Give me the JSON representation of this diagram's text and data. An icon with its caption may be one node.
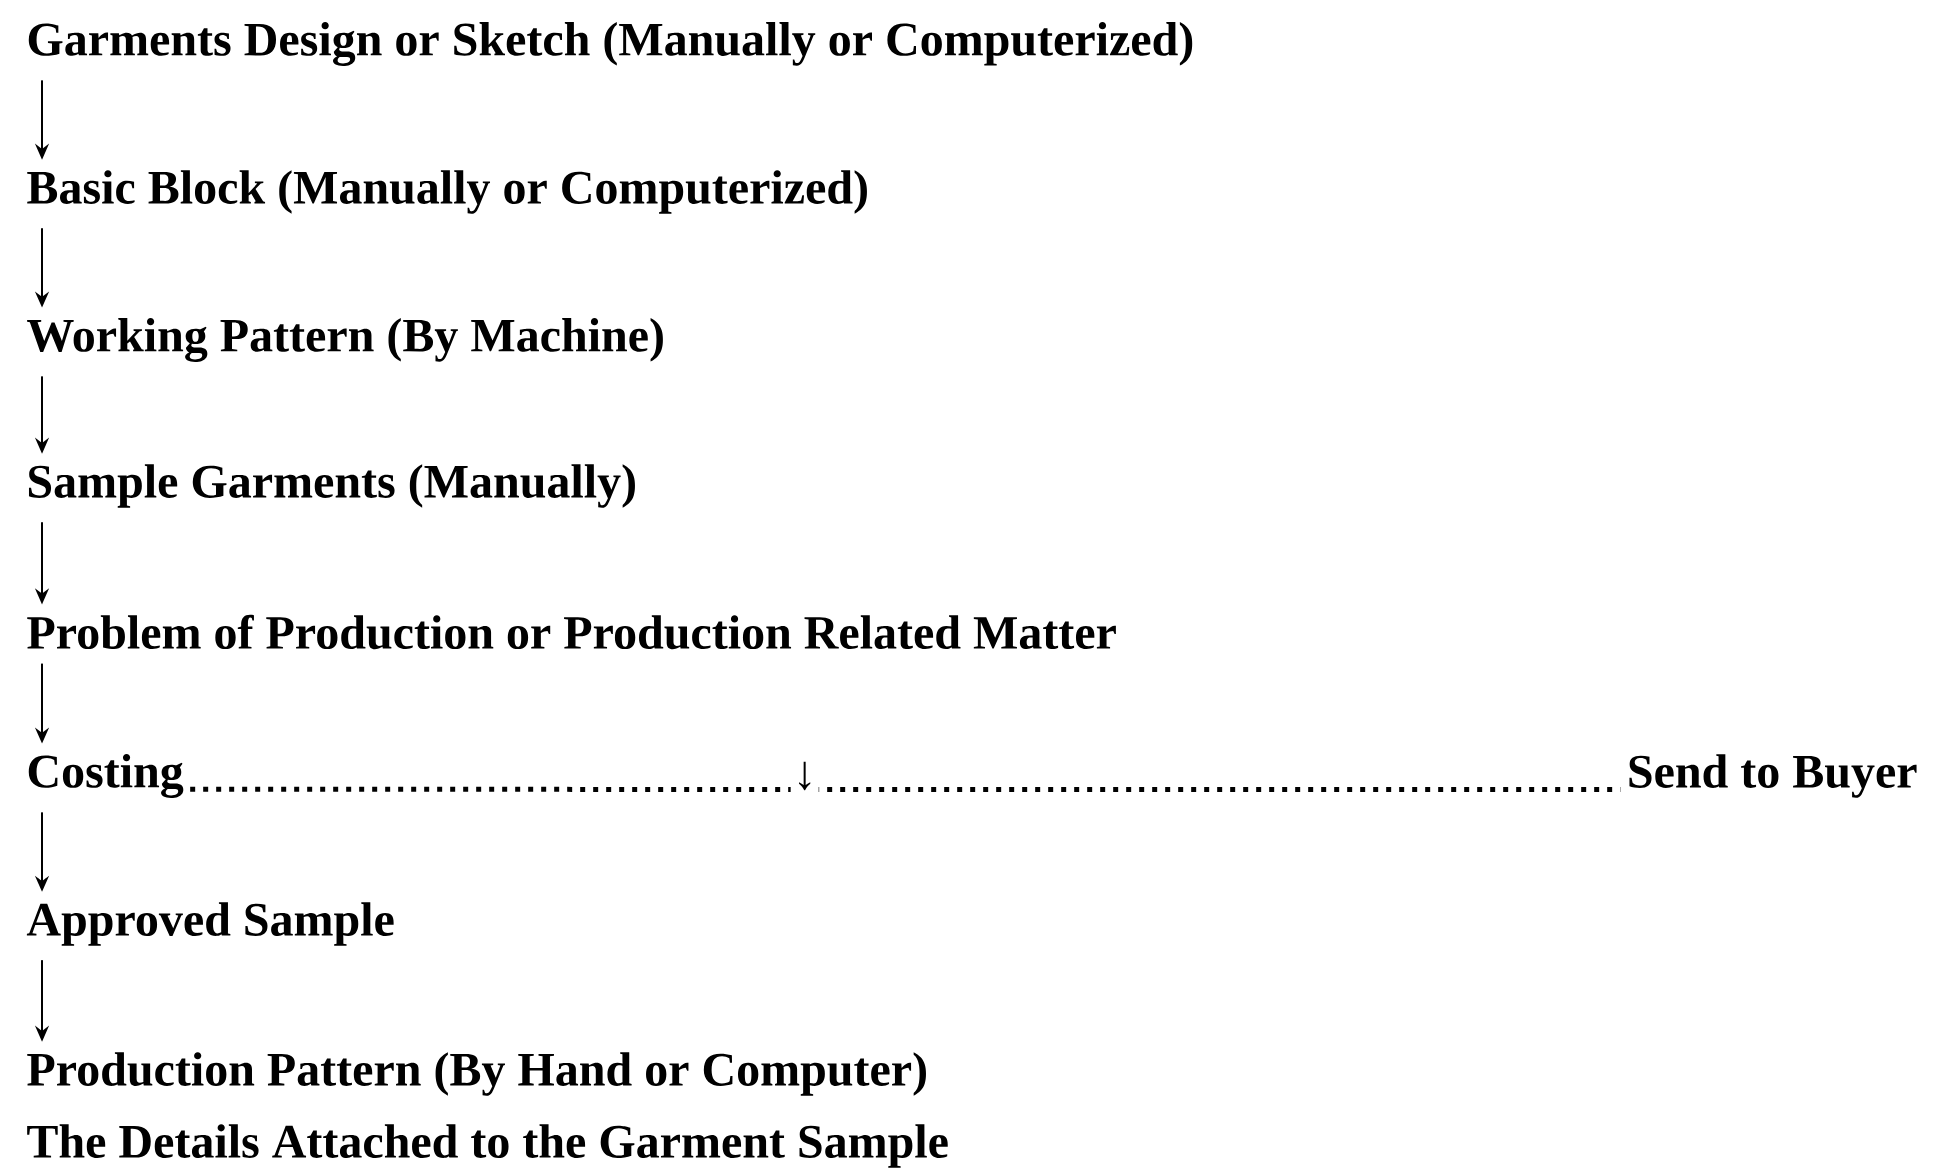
{
  "diagram": {
    "nodes": [
      {
        "text": [
          "Garments Design or Sketch (Manually or Computerized)"
        ]
      },
      {
        "text": [
          "Basic Block (Manually or Computerized)"
        ]
      },
      {
        "text": [
          "Working Pattern (By Machine)"
        ]
      },
      {
        "text": [
          "Sample Garments (Manually)"
        ]
      },
      {
        "text": [
          "Problem of Production or Production Related Matter"
        ]
      },
      {
        "text": [
          "Costing"
        ]
      },
      {
        "text": [
          "Send to Buyer"
        ]
      },
      {
        "text": [
          "Approved Sample"
        ]
      },
      {
        "text": [
          "Production Pattern (By Hand or Computer)"
        ]
      }
    ],
    "edges": [
      {
        "from": 0,
        "to": 1,
        "arrow": "to"
      },
      {
        "from": 1,
        "to": 2,
        "arrow": "to"
      },
      {
        "from": 2,
        "to": 3,
        "arrow": "to"
      },
      {
        "from": 3,
        "to": 4,
        "arrow": "to"
      },
      {
        "from": 4,
        "to": 5,
        "arrow": "to"
      },
      {
        "from": 5,
        "to": 6,
        "arrow": "none",
        "style": "dashed",
        "label": "↓"
      },
      {
        "from": 5,
        "to": 7,
        "arrow": "to"
      },
      {
        "from": 7,
        "to": 8,
        "arrow": "to"
      }
    ],
    "labels": [
      "The Details Attached to the Garment Sample"
    ]
  }
}
